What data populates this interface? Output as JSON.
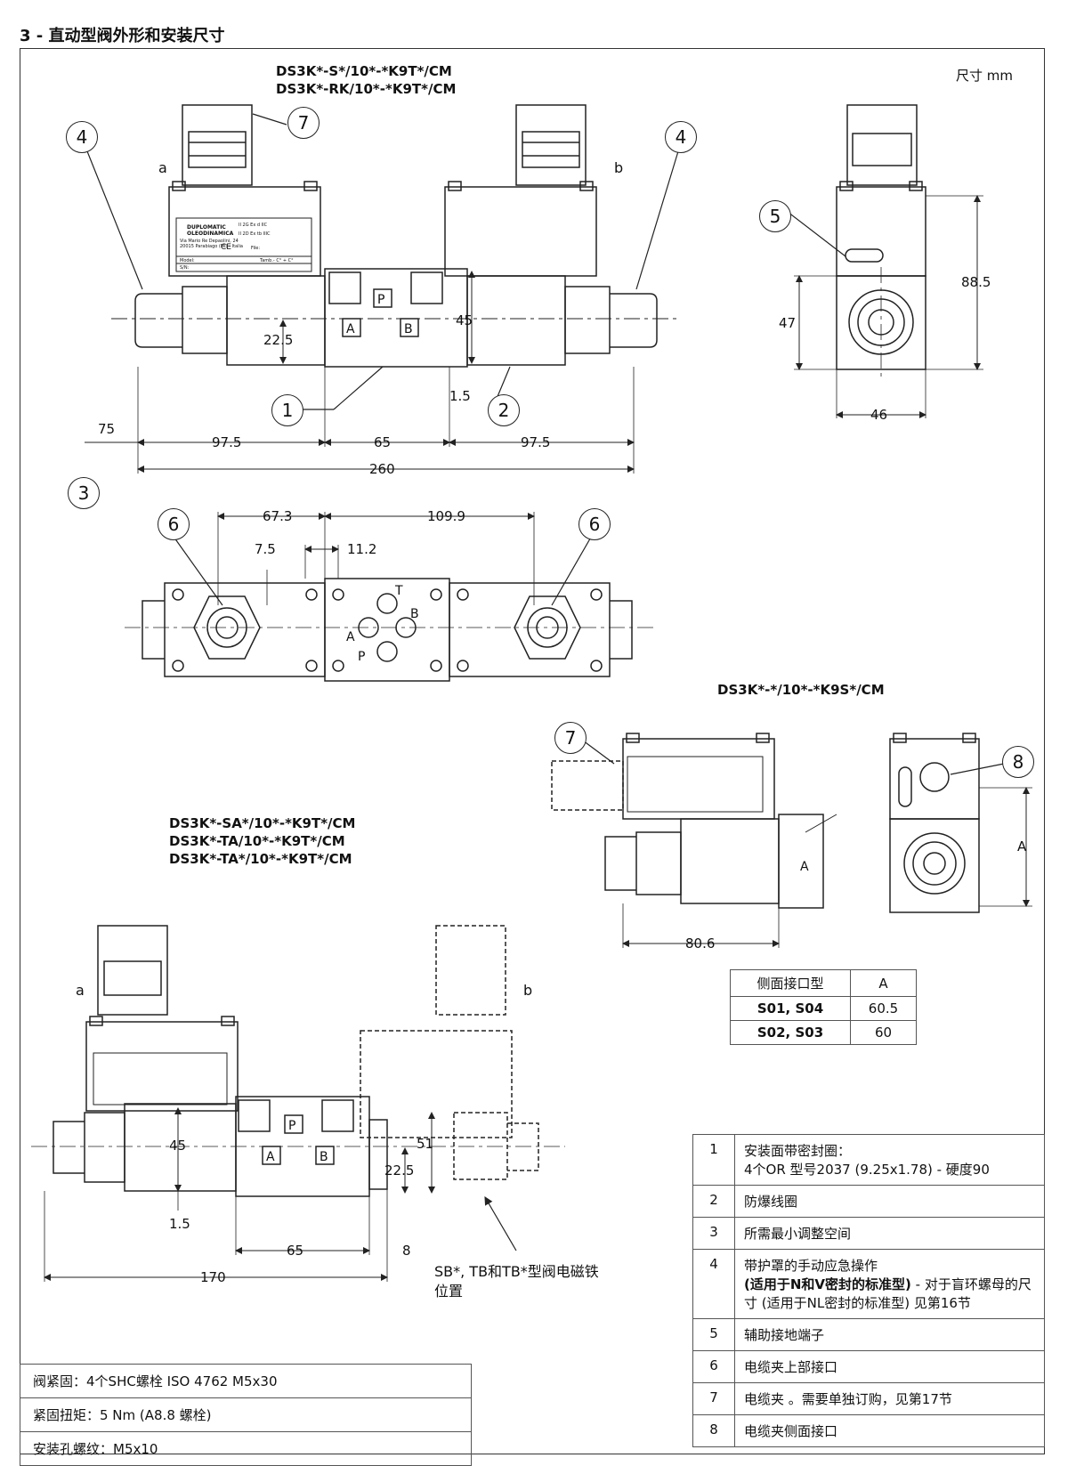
{
  "header": {
    "title": "3 -  直动型阀外形和安装尺寸"
  },
  "unit_note": "尺寸 mm",
  "models": {
    "main": [
      "DS3K*-S*/10*-*K9T*/CM",
      "DS3K*-RK/10*-*K9T*/CM"
    ],
    "k9s": "DS3K*-*/10*-*K9S*/CM",
    "bottom": [
      "DS3K*-SA*/10*-*K9T*/CM",
      "DS3K*-TA/10*-*K9T*/CM",
      "DS3K*-TA*/10*-*K9T*/CM"
    ]
  },
  "callouts": [
    "1",
    "2",
    "3",
    "4",
    "5",
    "6",
    "7",
    "8"
  ],
  "side_labels": {
    "a": "a",
    "b": "b"
  },
  "port_labels": {
    "P": "P",
    "A": "A",
    "B": "B",
    "T": "T"
  },
  "nameplate": {
    "brand1": "DUPLOMATIC",
    "brand2": "OLEODINAMICA",
    "address1": "Via Mario Re Depaolini, 24",
    "address2": "20015 Parabiago (MI) - Italia",
    "atex1": "II 2G Ex d IIC",
    "atex2": "II 2D Ex tb IIIC",
    "ce": "CE",
    "file": "File:",
    "model": "Model:",
    "sn": "S/N:",
    "tamb": "Tamb.-  C° +  C°"
  },
  "dims": {
    "top_view": {
      "h45": "45",
      "h22_5": "22.5",
      "h1_5": "1.5",
      "w75": "75",
      "w97_5_left": "97.5",
      "w65": "65",
      "w97_5_right": "97.5",
      "w260": "260"
    },
    "side_view": {
      "h88_5": "88.5",
      "h47": "47",
      "w46": "46"
    },
    "plan_view": {
      "d67_3": "67.3",
      "d109_9": "109.9",
      "d7_5": "7.5",
      "d11_2": "11.2"
    },
    "k9s_view": {
      "w80_6": "80.6",
      "hA": "A"
    },
    "bottom_view": {
      "h45": "45",
      "h51": "51",
      "h22_5": "22.5",
      "h1_5": "1.5",
      "w65": "65",
      "w8": "8",
      "w170": "170"
    }
  },
  "sb_note": [
    "SB*, TB和TB*型阀电磁铁",
    "位置"
  ],
  "port_table": {
    "headers": [
      "侧面接口型",
      "A"
    ],
    "rows": [
      [
        "S01, S04",
        "60.5"
      ],
      [
        "S02, S03",
        "60"
      ]
    ]
  },
  "legend": [
    {
      "num": "1",
      "lines": [
        "安装面带密封圈：",
        "4个OR  型号2037 (9.25x1.78) - 硬度90"
      ]
    },
    {
      "num": "2",
      "lines": [
        "防爆线圈"
      ]
    },
    {
      "num": "3",
      "lines": [
        "所需最小调整空间"
      ]
    },
    {
      "num": "4",
      "lines": [
        "带护罩的手动应急操作"
      ],
      "bold": "(适用于N和V密封的标准型)",
      "rest": " - 对于盲环螺母的尺寸 (适用于NL密封的标准型) 见第16节"
    },
    {
      "num": "5",
      "lines": [
        "辅助接地端子"
      ]
    },
    {
      "num": "6",
      "lines": [
        "电缆夹上部接口"
      ]
    },
    {
      "num": "7",
      "lines": [
        "电缆夹 。需要单独订购，见第17节"
      ]
    },
    {
      "num": "8",
      "lines": [
        "电缆夹侧面接口"
      ]
    }
  ],
  "notes": [
    "阀紧固：4个SHC螺栓    ISO 4762 M5x30",
    "紧固扭矩：5 Nm (A8.8 螺栓)",
    "安装孔螺纹：M5x10"
  ]
}
